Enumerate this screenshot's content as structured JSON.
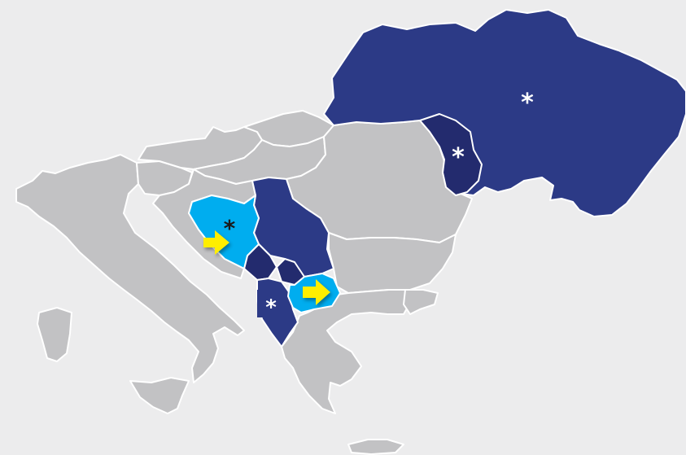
{
  "colors": {
    "background": "#ececed",
    "grey": "#c2c2c4",
    "dark_blue": "#2c3a86",
    "darker_blue": "#232b6e",
    "light_blue": "#00adef",
    "arrow": "#ffee00",
    "white": "#ffffff"
  },
  "regions": [
    {
      "name": "italy",
      "category": "grey"
    },
    {
      "name": "sardinia",
      "category": "grey"
    },
    {
      "name": "sicily",
      "category": "grey"
    },
    {
      "name": "slovenia",
      "category": "grey"
    },
    {
      "name": "austria",
      "category": "grey"
    },
    {
      "name": "hungary",
      "category": "grey"
    },
    {
      "name": "slovakia",
      "category": "grey"
    },
    {
      "name": "croatia",
      "category": "grey"
    },
    {
      "name": "romania",
      "category": "grey"
    },
    {
      "name": "bulgaria",
      "category": "grey"
    },
    {
      "name": "greece",
      "category": "grey"
    },
    {
      "name": "crete",
      "category": "grey"
    },
    {
      "name": "turkey-europe",
      "category": "grey"
    },
    {
      "name": "ukraine",
      "category": "dark_blue"
    },
    {
      "name": "moldova",
      "category": "darker_blue"
    },
    {
      "name": "serbia",
      "category": "dark_blue"
    },
    {
      "name": "montenegro",
      "category": "darker_blue"
    },
    {
      "name": "kosovo",
      "category": "darker_blue"
    },
    {
      "name": "albania",
      "category": "dark_blue"
    },
    {
      "name": "bosnia-herzegovina",
      "category": "light_blue"
    },
    {
      "name": "north-macedonia",
      "category": "light_blue"
    }
  ],
  "markers": {
    "asterisk": "*"
  },
  "arrows": [
    {
      "target": "bosnia-herzegovina"
    },
    {
      "target": "north-macedonia"
    }
  ]
}
